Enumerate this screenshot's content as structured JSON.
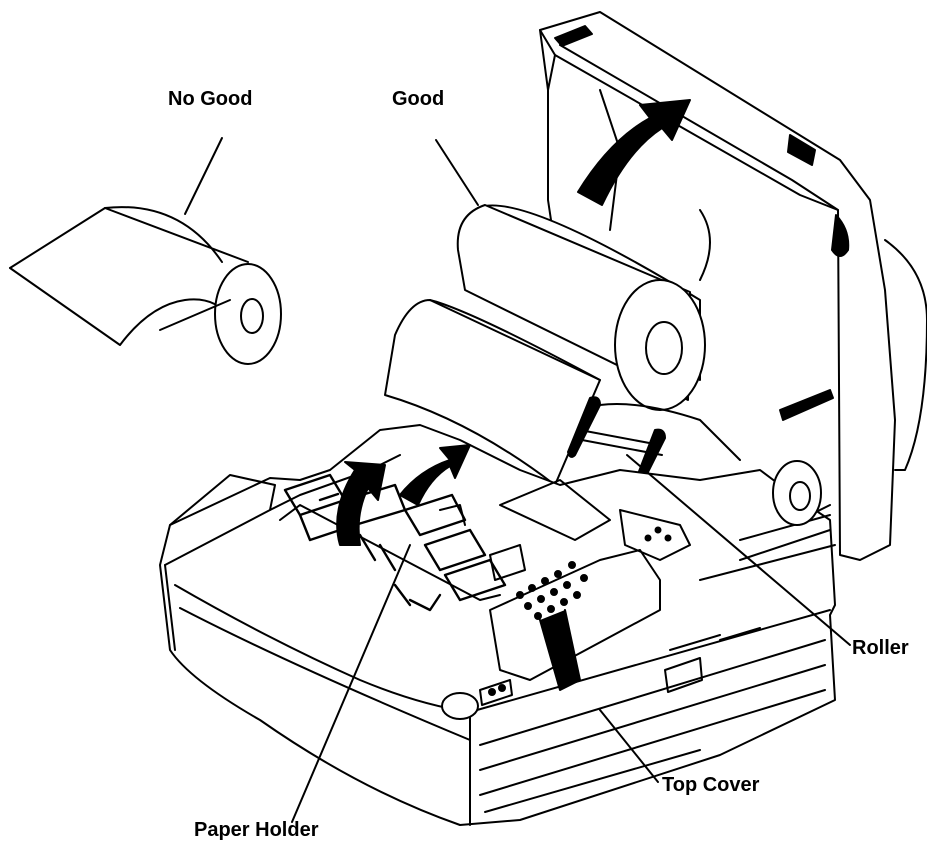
{
  "labels": {
    "no_good": "No Good",
    "good": "Good",
    "roller": "Roller",
    "top_cover": "Top Cover",
    "paper_holder": "Paper Holder"
  },
  "colors": {
    "ink": "#000000",
    "paper": "#ffffff"
  }
}
